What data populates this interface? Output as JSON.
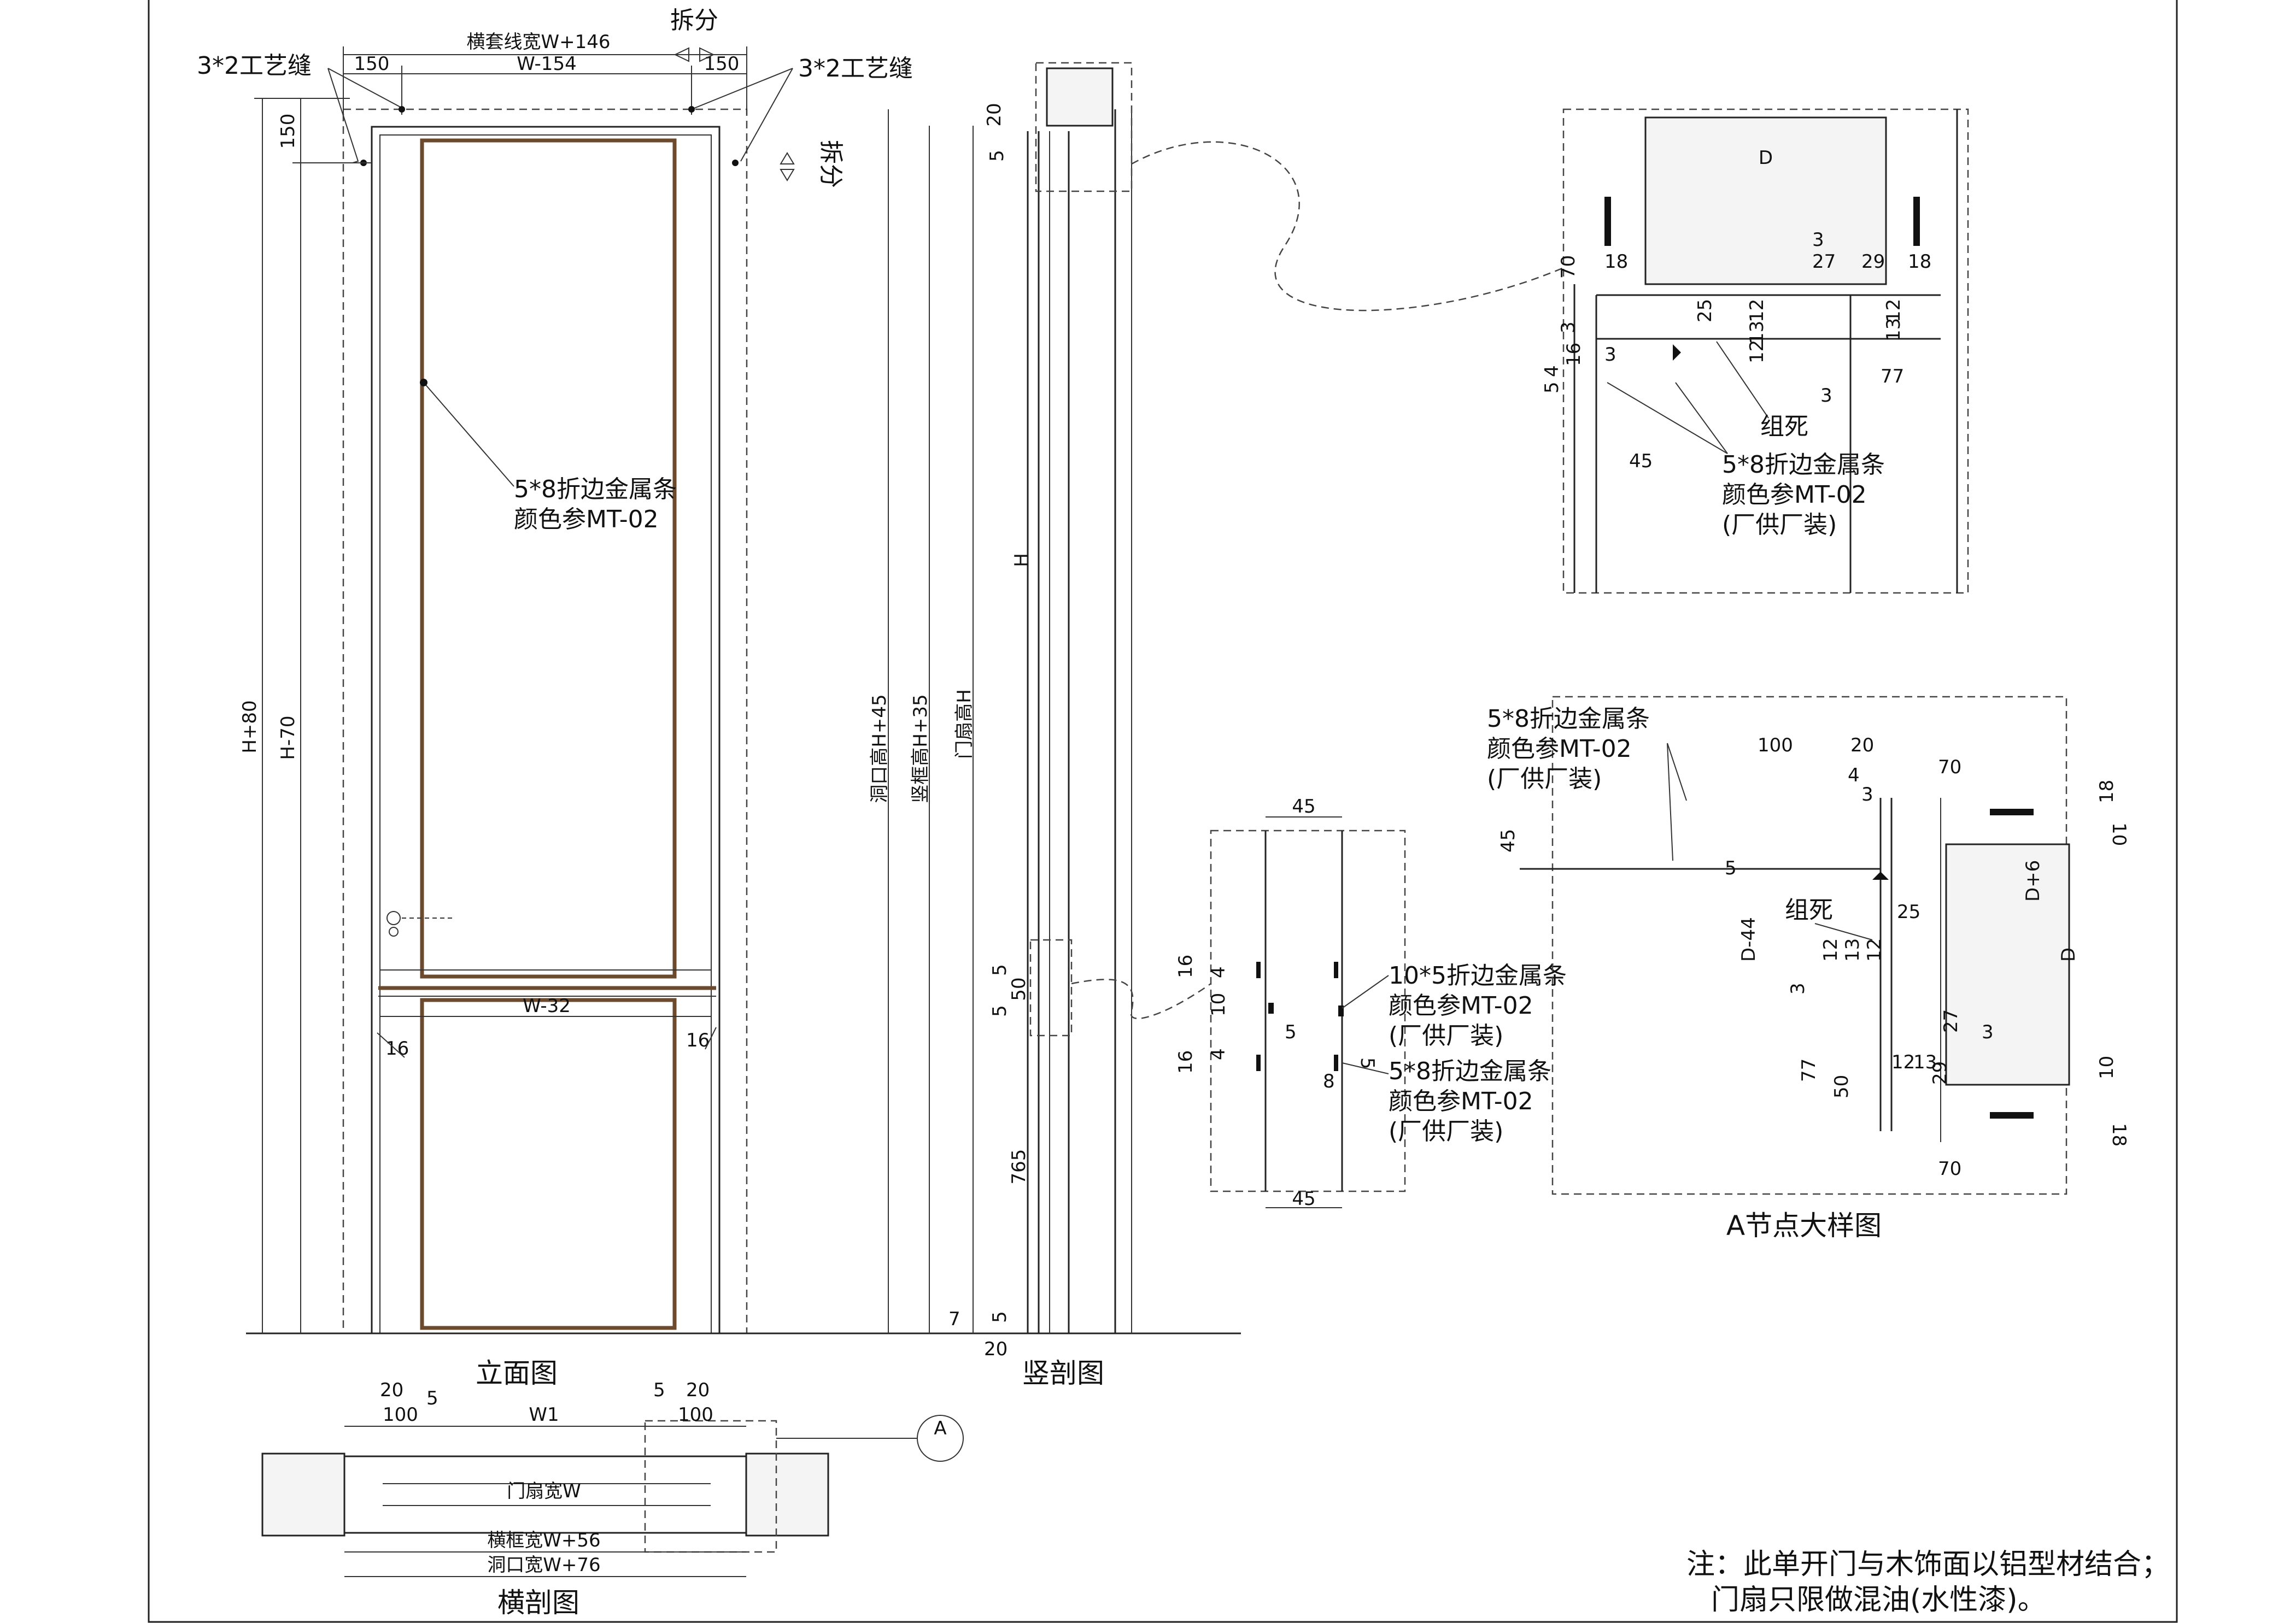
{
  "titles": {
    "elevation": "立面图",
    "vertical_section": "竖剖图",
    "horizontal_section": "横剖图",
    "detail_a": "A节点大样图",
    "callout": "A"
  },
  "labels": {
    "craft_gap_left": "3*2工艺缝",
    "craft_gap_right": "3*2工艺缝",
    "split_top": "拆分",
    "split_right": "拆分",
    "strip_5x8": "5*8折边金属条",
    "strip_10x5": "10*5折边金属条",
    "color_ref": "颜色参MT-02",
    "factory_supply": "(厂供厂装)",
    "assembled_fixed": "组死",
    "door_leaf_width": "门扇宽W",
    "frame_width": "横框宽W+56",
    "opening_width": "洞口宽W+76",
    "opening_height": "洞口高H+45",
    "frame_height": "竖框高H+35",
    "leaf_height": "门扇高H"
  },
  "dims": {
    "casing_width": "横套线宽W+146",
    "w_minus_154": "W-154",
    "w_minus_32": "W-32",
    "h_plus_80": "H+80",
    "h_minus_70": "H-70",
    "h": "H",
    "w1": "W1",
    "d": "D",
    "d_plus_6": "D+6",
    "d_minus_44": "D-44",
    "n150": "150",
    "n100": "100",
    "n70": "70",
    "n77": "77",
    "n765": "765",
    "n50": "50",
    "n45": "45",
    "n29": "29",
    "n27": "27",
    "n25": "25",
    "n20": "20",
    "n18": "18",
    "n16": "16",
    "n13": "13",
    "n12": "12",
    "n10": "10",
    "n8": "8",
    "n5": "5",
    "n4": "4",
    "n3": "3"
  },
  "notes": {
    "line1": "注：此单开门与木饰面以铝型材结合；",
    "line2": "门扇只限做混油(水性漆)。"
  }
}
